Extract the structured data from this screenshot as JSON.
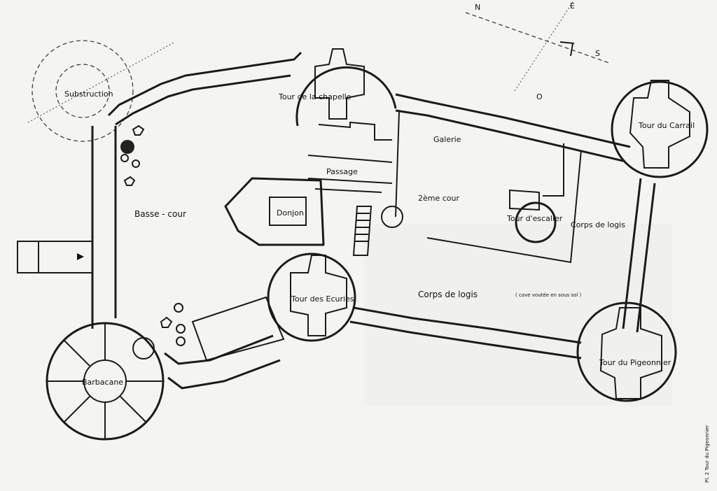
{
  "labels": {
    "substruction": "Substruction",
    "tour_chapelle": "Tour de la chapelle",
    "passage": "Passage",
    "galerie": "Galerie",
    "basse_cour": "Basse - cour",
    "donjon": "Donjon",
    "deuxieme_cour": "2ème cour",
    "tour_escalier": "Tour d'escalier",
    "corps_logis_right": "Corps de logis",
    "tour_carrail": "Tour du Carrail",
    "corps_logis_bottom": "Corps de logis",
    "cave_note": "( cave voutée en sous sol )",
    "tour_ecuries": "Tour des Ecuries",
    "tour_pigeonnier": "Tour du Pigeonnier",
    "barbacane": "Barbacane",
    "compass_n": "N",
    "compass_e": "E",
    "compass_s": "S",
    "compass_o": "O",
    "margin_caption": "Pl. 2  Tour du Pigeonnier"
  }
}
